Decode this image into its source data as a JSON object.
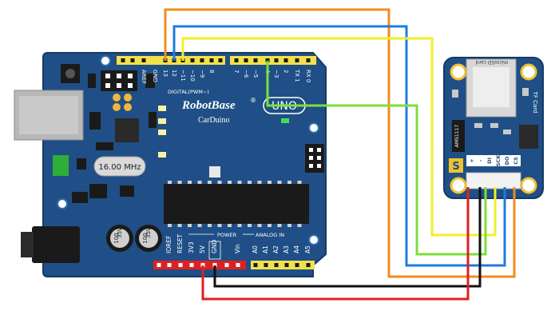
{
  "board": {
    "brand": "RobotBase",
    "registered": "®",
    "model": "CarDuino",
    "badge": "UNO",
    "crystal": "16.00 MHz",
    "digital_header": "DIGITAL(PWM~)",
    "power_header": "POWER",
    "analog_header": "ANALOG IN",
    "top_pins": [
      "AREF",
      "GND",
      "13",
      "12",
      "~11",
      "~10",
      "~9",
      "8",
      "7",
      "~6",
      "~5",
      "4",
      "~3",
      "2",
      "TX 1",
      "RX 0"
    ],
    "power_pins": [
      "IOREF",
      "RESET",
      "3V3",
      "5V",
      "GND",
      "Vin"
    ],
    "analog_pins": [
      "A0",
      "A1",
      "A2",
      "A3",
      "A4",
      "A5"
    ],
    "cap_values": [
      "100",
      "35V"
    ]
  },
  "module": {
    "card_text": "microSD card",
    "side_label": "TF Card",
    "chip_label": "AMS1117",
    "logo_letter": "S",
    "pins": [
      "+",
      "-",
      "DI",
      "SCK",
      "DO",
      "CS"
    ]
  },
  "colors": {
    "board": "#1f4f86",
    "header": "#f2e14a",
    "wire_orange": "#f28c1e",
    "wire_blue": "#1e7ce0",
    "wire_yellow": "#f2ef2a",
    "wire_green": "#7be03a",
    "wire_red": "#e02020",
    "wire_black": "#111111"
  }
}
